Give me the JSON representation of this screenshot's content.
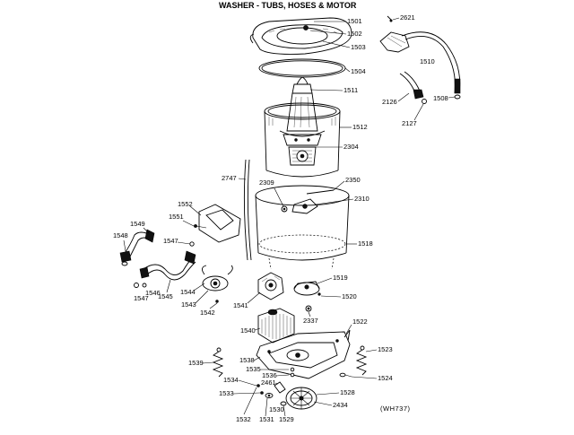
{
  "title": "WASHER - TUBS, HOSES & MOTOR",
  "model_code": "(WH737)",
  "parts": [
    "1501",
    "1502",
    "1503",
    "1504",
    "1511",
    "1512",
    "2304",
    "2621",
    "1510",
    "2126",
    "2127",
    "1508",
    "2747",
    "2309",
    "2350",
    "2310",
    "1518",
    "1552",
    "1551",
    "1549",
    "1548",
    "1547",
    "1547",
    "1546",
    "1545",
    "1544",
    "1543",
    "1542",
    "1541",
    "1519",
    "1520",
    "2337",
    "1540",
    "1522",
    "1523",
    "1539",
    "1538",
    "1535",
    "1536",
    "2461",
    "1534",
    "1533",
    "1530",
    "1531",
    "1532",
    "1529",
    "2434",
    "1528",
    "1524"
  ]
}
